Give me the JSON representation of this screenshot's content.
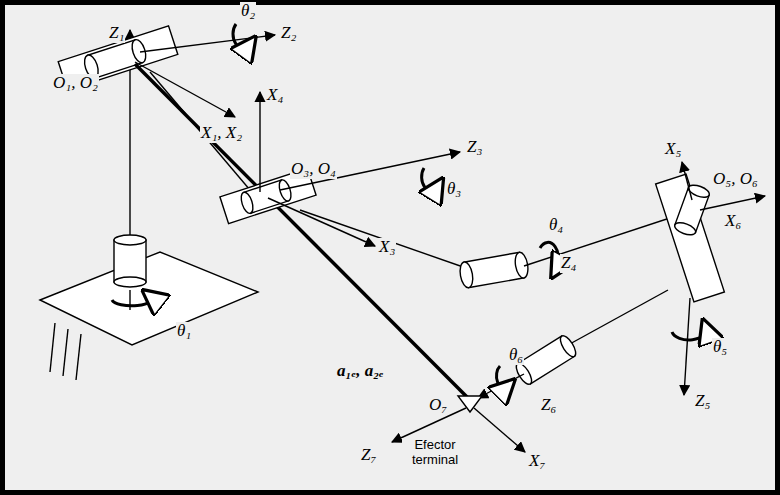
{
  "diagram": {
    "labels": [
      "Z₁",
      "O₁, O₂",
      "θ₂",
      "Z₂",
      "X₄",
      "X₁, X₂",
      "O₃, O₄",
      "Z₃",
      "θ₃",
      "X₃",
      "X₅",
      "O₅, O₆",
      "X₆",
      "θ₄",
      "Z₄",
      "θ₅",
      "Z₅",
      "a₁ₑ, a₂ₑ",
      "θ₆",
      "O₇",
      "Z₆",
      "θ₁",
      "Z₇",
      "Efector terminal",
      "X₇"
    ]
  }
}
